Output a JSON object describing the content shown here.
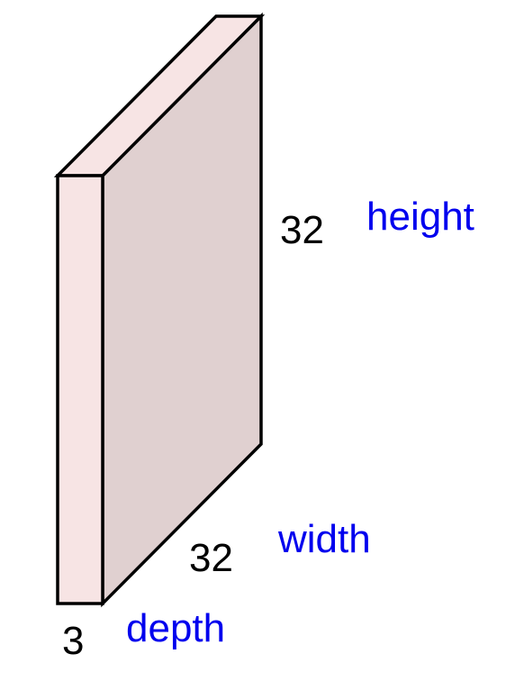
{
  "volume": {
    "height": {
      "value": "32",
      "label": "height"
    },
    "width": {
      "value": "32",
      "label": "width"
    },
    "depth": {
      "value": "3",
      "label": "depth"
    }
  },
  "colors": {
    "front_face": "#f7e4e4",
    "side_face": "#e0d0d0",
    "top_face": "#f7e4e4",
    "outline": "#000000",
    "label_text": "#0000ee",
    "number_text": "#000000"
  }
}
